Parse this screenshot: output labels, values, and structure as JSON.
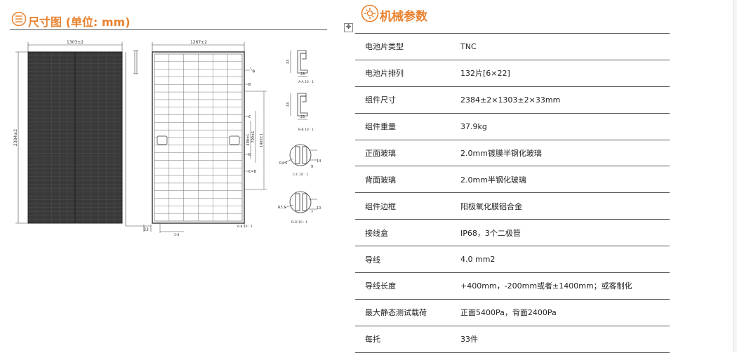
{
  "dimensions": {
    "title": "尺寸图 (单位: mm)",
    "width_front": "1303±2",
    "height_front": "2384±2",
    "width_back": "1267±2",
    "frame_depth": "33",
    "mount_hole_1": "490±1",
    "mount_hole_2": "790±1",
    "mount_hole_3": "1400±1",
    "label_a": "A",
    "label_b": "B",
    "label_c": "C",
    "label_d": "D",
    "label_ce": "C=B",
    "section_a": "A",
    "section_b": "B",
    "section_c": "C",
    "section_d": "D",
    "scale_a": "A-A 10 : 1",
    "scale_b": "B-B 10 : 1",
    "scale_c": "C-C 10 : 1",
    "scale_d": "D-D 10 : 1",
    "sec_a_h": "33",
    "sec_a_w": "23",
    "sec_b_h": "33",
    "sec_b_w": "23",
    "sec_c_r": "R4.5",
    "sec_c_w": "14",
    "sec_c_h": "9",
    "sec_d_r": "R3.5",
    "sec_d_w": "10",
    "sec_d_h": "7",
    "bottom_33": "33",
    "bottom_label": "5-8",
    "bottom_scale": "6-8 10 : 1"
  },
  "mechanical": {
    "title": "机械参数",
    "rows": [
      {
        "key": "电池片类型",
        "value": "TNC"
      },
      {
        "key": "电池片排列",
        "value": "132片[6×22]"
      },
      {
        "key": "组件尺寸",
        "value": "2384±2×1303±2×33mm"
      },
      {
        "key": "组件重量",
        "value": "37.9kg"
      },
      {
        "key": "正面玻璃",
        "value": "2.0mm镀膜半钢化玻璃"
      },
      {
        "key": "背面玻璃",
        "value": "2.0mm半钢化玻璃"
      },
      {
        "key": "组件边框",
        "value": "阳极氧化膜铝合金"
      },
      {
        "key": "接线盒",
        "value": "IP68，3个二极管"
      },
      {
        "key": "导线",
        "value": "4.0 mm2"
      },
      {
        "key": "导线长度",
        "value": "+400mm，-200mm或者±1400mm；或客制化"
      },
      {
        "key": "最大静态测试载荷",
        "value": "正面5400Pa，背面2400Pa"
      },
      {
        "key": "每托",
        "value": "33件"
      }
    ]
  },
  "colors": {
    "accent": "#e9822f",
    "panel_dark": "#3a3a3a",
    "line": "#555555"
  },
  "icons": {
    "left_header": "list-icon",
    "right_header": "gear-icon",
    "move": "move-icon"
  }
}
